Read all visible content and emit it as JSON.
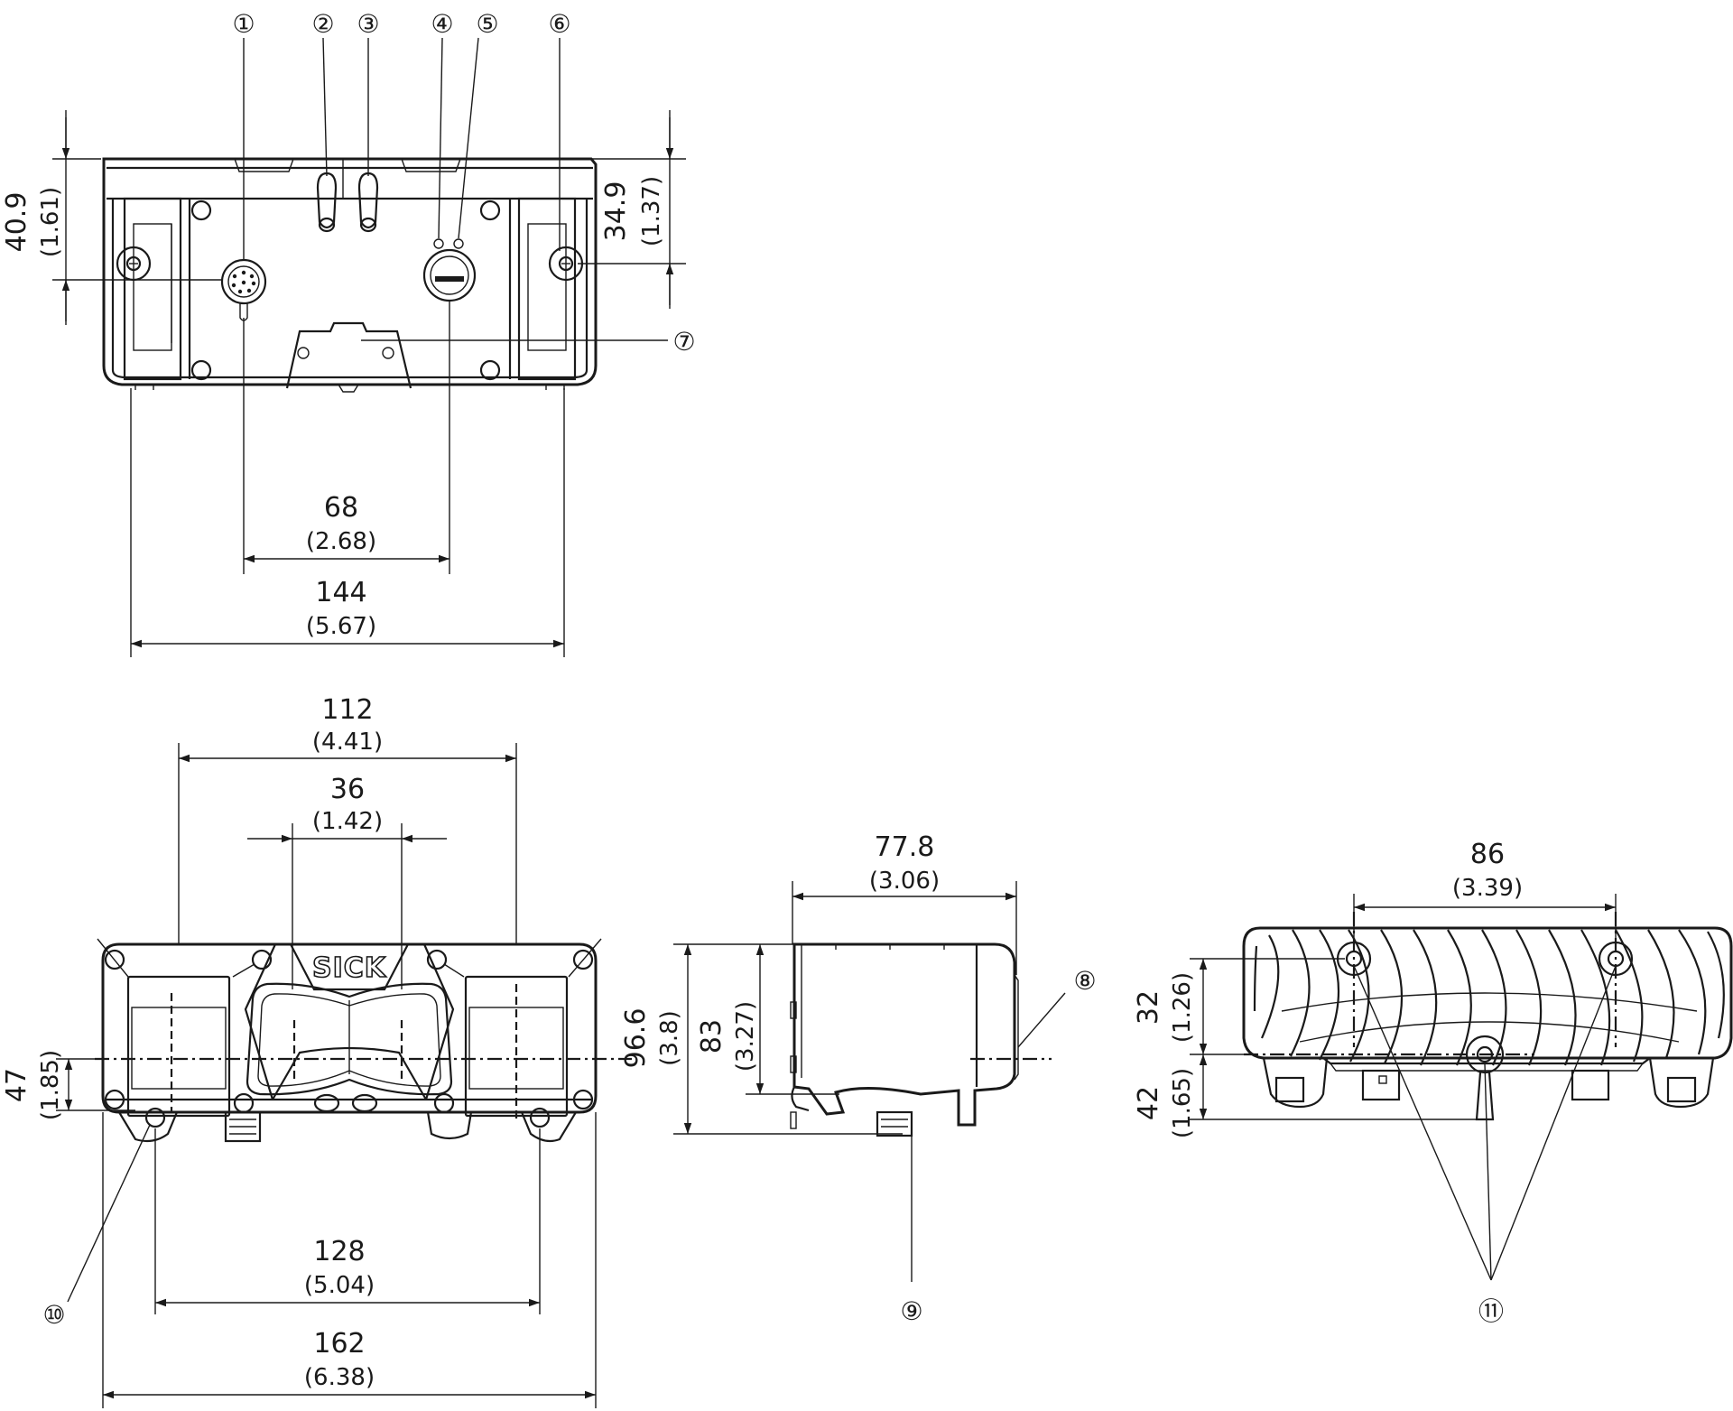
{
  "callouts": [
    "①",
    "②",
    "③",
    "④",
    "⑤",
    "⑥",
    "⑦",
    "⑧",
    "⑨",
    "⑩",
    "⑪"
  ],
  "logo_text": "SICK",
  "dimensions": {
    "top_40_9": {
      "mm": "40.9",
      "inch": "(1.61)"
    },
    "top_34_9": {
      "mm": "34.9",
      "inch": "(1.37)"
    },
    "top_68": {
      "mm": "68",
      "inch": "(2.68)"
    },
    "top_144": {
      "mm": "144",
      "inch": "(5.67)"
    },
    "front_112": {
      "mm": "112",
      "inch": "(4.41)"
    },
    "front_36": {
      "mm": "36",
      "inch": "(1.42)"
    },
    "front_47": {
      "mm": "47",
      "inch": "(1.85)"
    },
    "front_128": {
      "mm": "128",
      "inch": "(5.04)"
    },
    "front_162": {
      "mm": "162",
      "inch": "(6.38)"
    },
    "side_77_8": {
      "mm": "77.8",
      "inch": "(3.06)"
    },
    "side_96_6": {
      "mm": "96.6",
      "inch": "(3.8)"
    },
    "side_83": {
      "mm": "83",
      "inch": "(3.27)"
    },
    "rear_86": {
      "mm": "86",
      "inch": "(3.39)"
    },
    "rear_32": {
      "mm": "32",
      "inch": "(1.26)"
    },
    "rear_42": {
      "mm": "42",
      "inch": "(1.65)"
    }
  }
}
